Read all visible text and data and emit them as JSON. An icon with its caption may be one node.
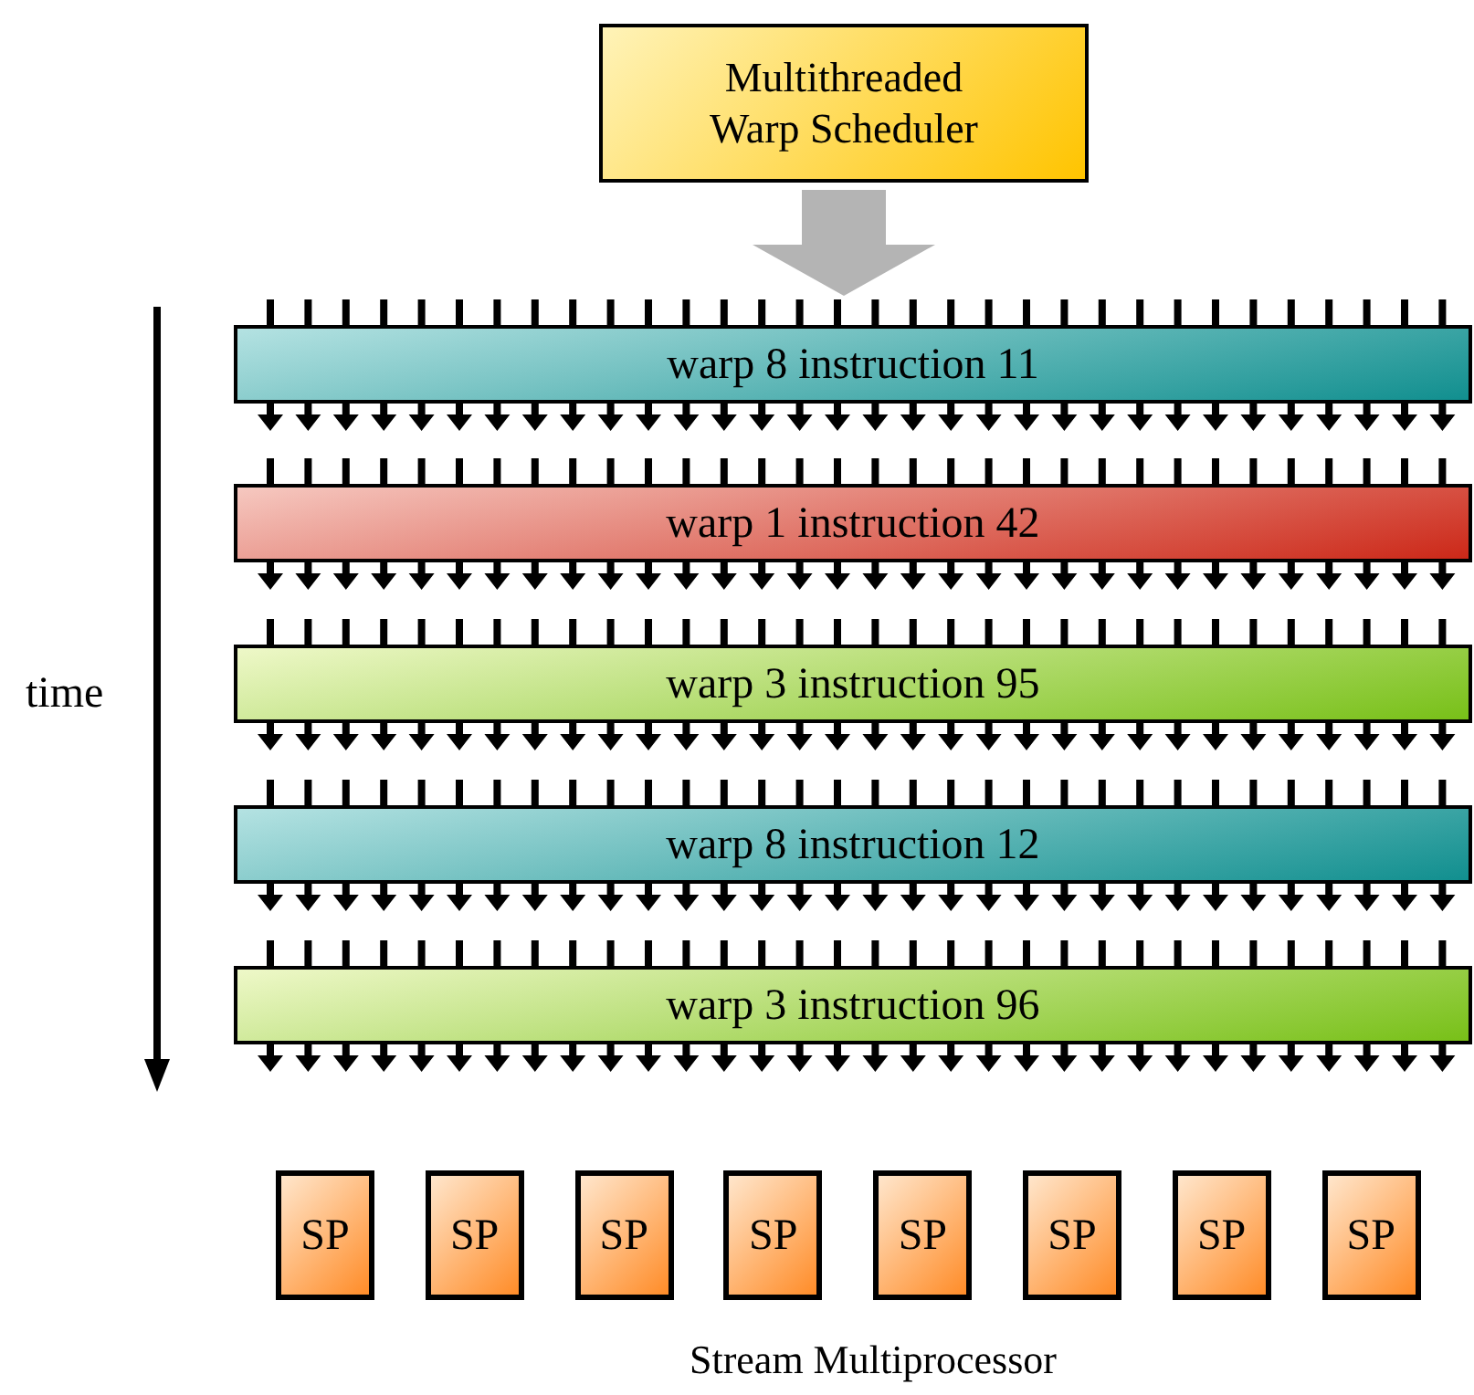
{
  "diagram": {
    "nodes": [
      {
        "text": [
          "Multithreaded Warp Scheduler"
        ]
      },
      {
        "text": [
          "warp 8 instruction 11"
        ]
      },
      {
        "text": [
          "warp 1 instruction 42"
        ]
      },
      {
        "text": [
          "warp 3 instruction 95"
        ]
      },
      {
        "text": [
          "warp 8 instruction 12"
        ]
      },
      {
        "text": [
          "warp 3 instruction 96"
        ]
      },
      {
        "text": [
          "SP"
        ]
      },
      {
        "text": [
          "SP"
        ]
      },
      {
        "text": [
          "SP"
        ]
      },
      {
        "text": [
          "SP"
        ]
      },
      {
        "text": [
          "SP"
        ]
      },
      {
        "text": [
          "SP"
        ]
      },
      {
        "text": [
          "SP"
        ]
      },
      {
        "text": [
          "SP"
        ]
      }
    ],
    "edges": [
      {
        "from": 0,
        "to": 1,
        "arrow": "to",
        "color": "#b4b4b4"
      }
    ],
    "labels": [
      "time",
      "Stream Multiprocessor"
    ]
  }
}
